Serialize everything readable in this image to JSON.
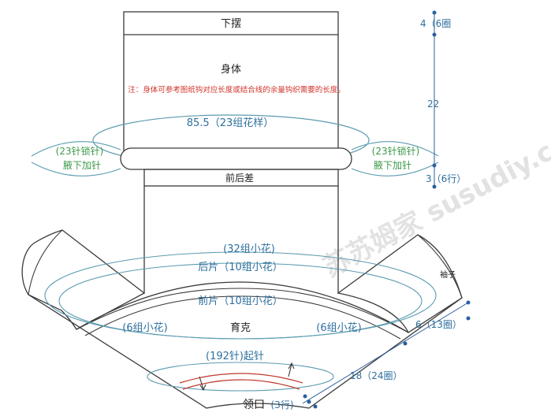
{
  "labels": {
    "hem": "下摆",
    "body": "身体",
    "note": "注：身体可参考图纸钩对应长度或结合线的余量钩织需要的长度。",
    "body_circ": "85.5（23组花样）",
    "underarm_left_stitches": "(23针锁针)",
    "underarm_left_inc": "腋下加针",
    "underarm_right_stitches": "(23针锁针)",
    "underarm_right_inc": "腋下加针",
    "front_back_diff": "前后差",
    "yoke_total": "(32组小花)",
    "back_piece": "后片（10组小花）",
    "front_piece": "前片（10组小花）",
    "sleeve_left_flowers": "(6组小花)",
    "sleeve_right_flowers": "(6组小花)",
    "yoke": "育克",
    "sleeve": "袖子",
    "cast_on": "(192针)起针",
    "neckline": "领口",
    "neckline_rows": "(3行)",
    "depth_top": "4（6圈",
    "depth_middle": "22",
    "depth_bottom": "3（6行）",
    "yoke_depth_small": "6（13圈）",
    "yoke_depth_large": "18（24圈）",
    "watermark": "苏苏姆家 susudiy.com"
  },
  "colors": {
    "outline": "#3a3a3a",
    "blue_text": "#2e6f9e",
    "green_text": "#3c9a4a",
    "red_text": "#d2342a",
    "dot": "#2b5f9e",
    "ring": "#5b9bb0",
    "neck_line": "#c0392b"
  }
}
